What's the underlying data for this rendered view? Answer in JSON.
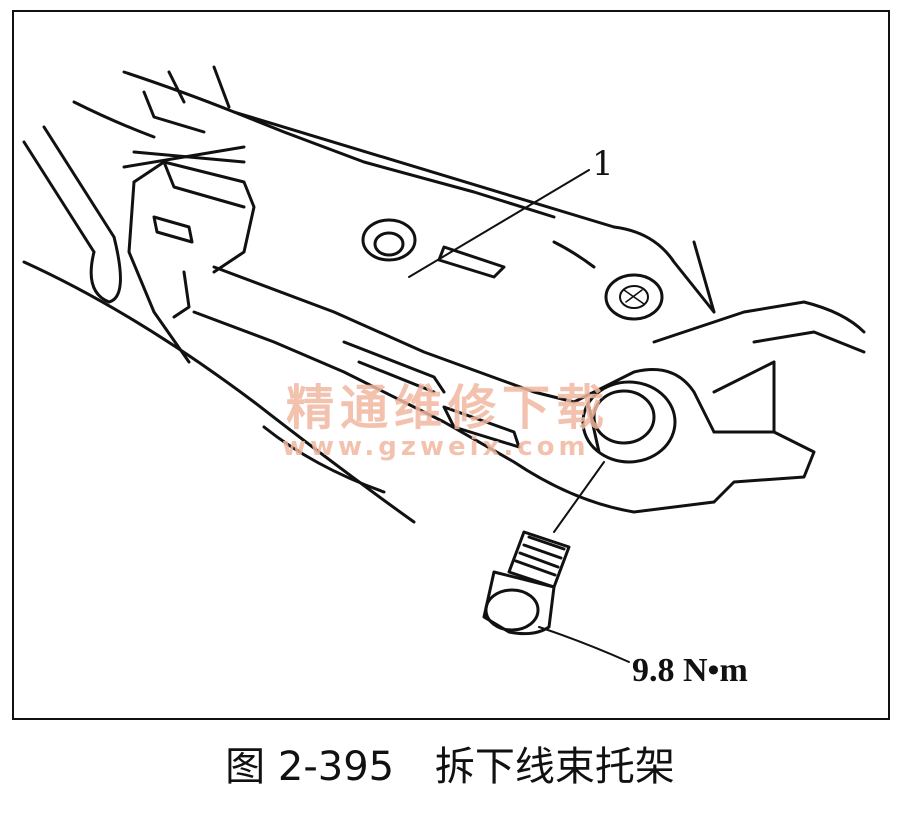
{
  "figure": {
    "callout_label": "1",
    "torque_label": "9.8 N•m",
    "caption_number": "图 2-395",
    "caption_title": "拆下线束托架"
  },
  "watermark": {
    "brand_cn": "精通维修下载",
    "url": "www.gzweix.com",
    "color": "#f2b8a0"
  }
}
